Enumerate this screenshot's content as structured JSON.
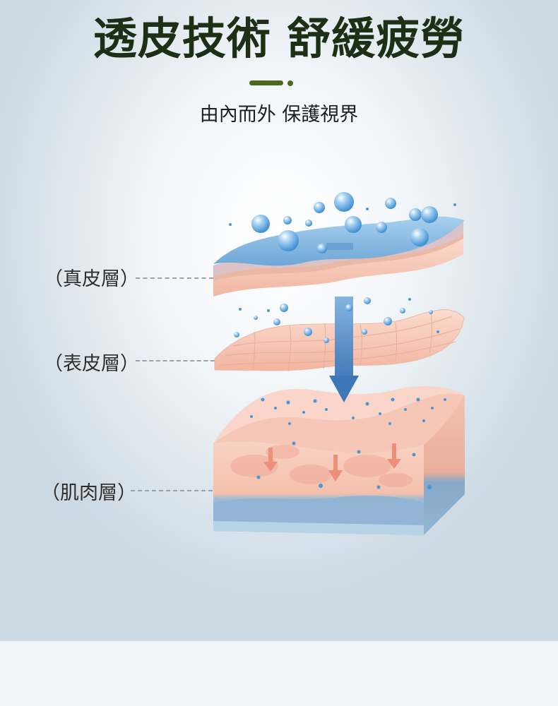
{
  "header": {
    "title": "透皮技術 舒緩疲勞",
    "subtitle": "由內而外 保護視界",
    "accent_color": "#4b6a1e"
  },
  "labels": [
    {
      "text": "（真皮層）"
    },
    {
      "text": "（表皮層）"
    },
    {
      "text": "（肌肉層）"
    }
  ],
  "colors": {
    "title": "#1d2f14",
    "leader_line": "#9aa3ab",
    "water_layer": "#7fb3dc",
    "skin": "#f7c9b8",
    "muscle": "#8eb3d1",
    "arrow": "#4f86c2"
  },
  "icons": [
    "water-droplet-icon",
    "down-arrow-icon"
  ]
}
